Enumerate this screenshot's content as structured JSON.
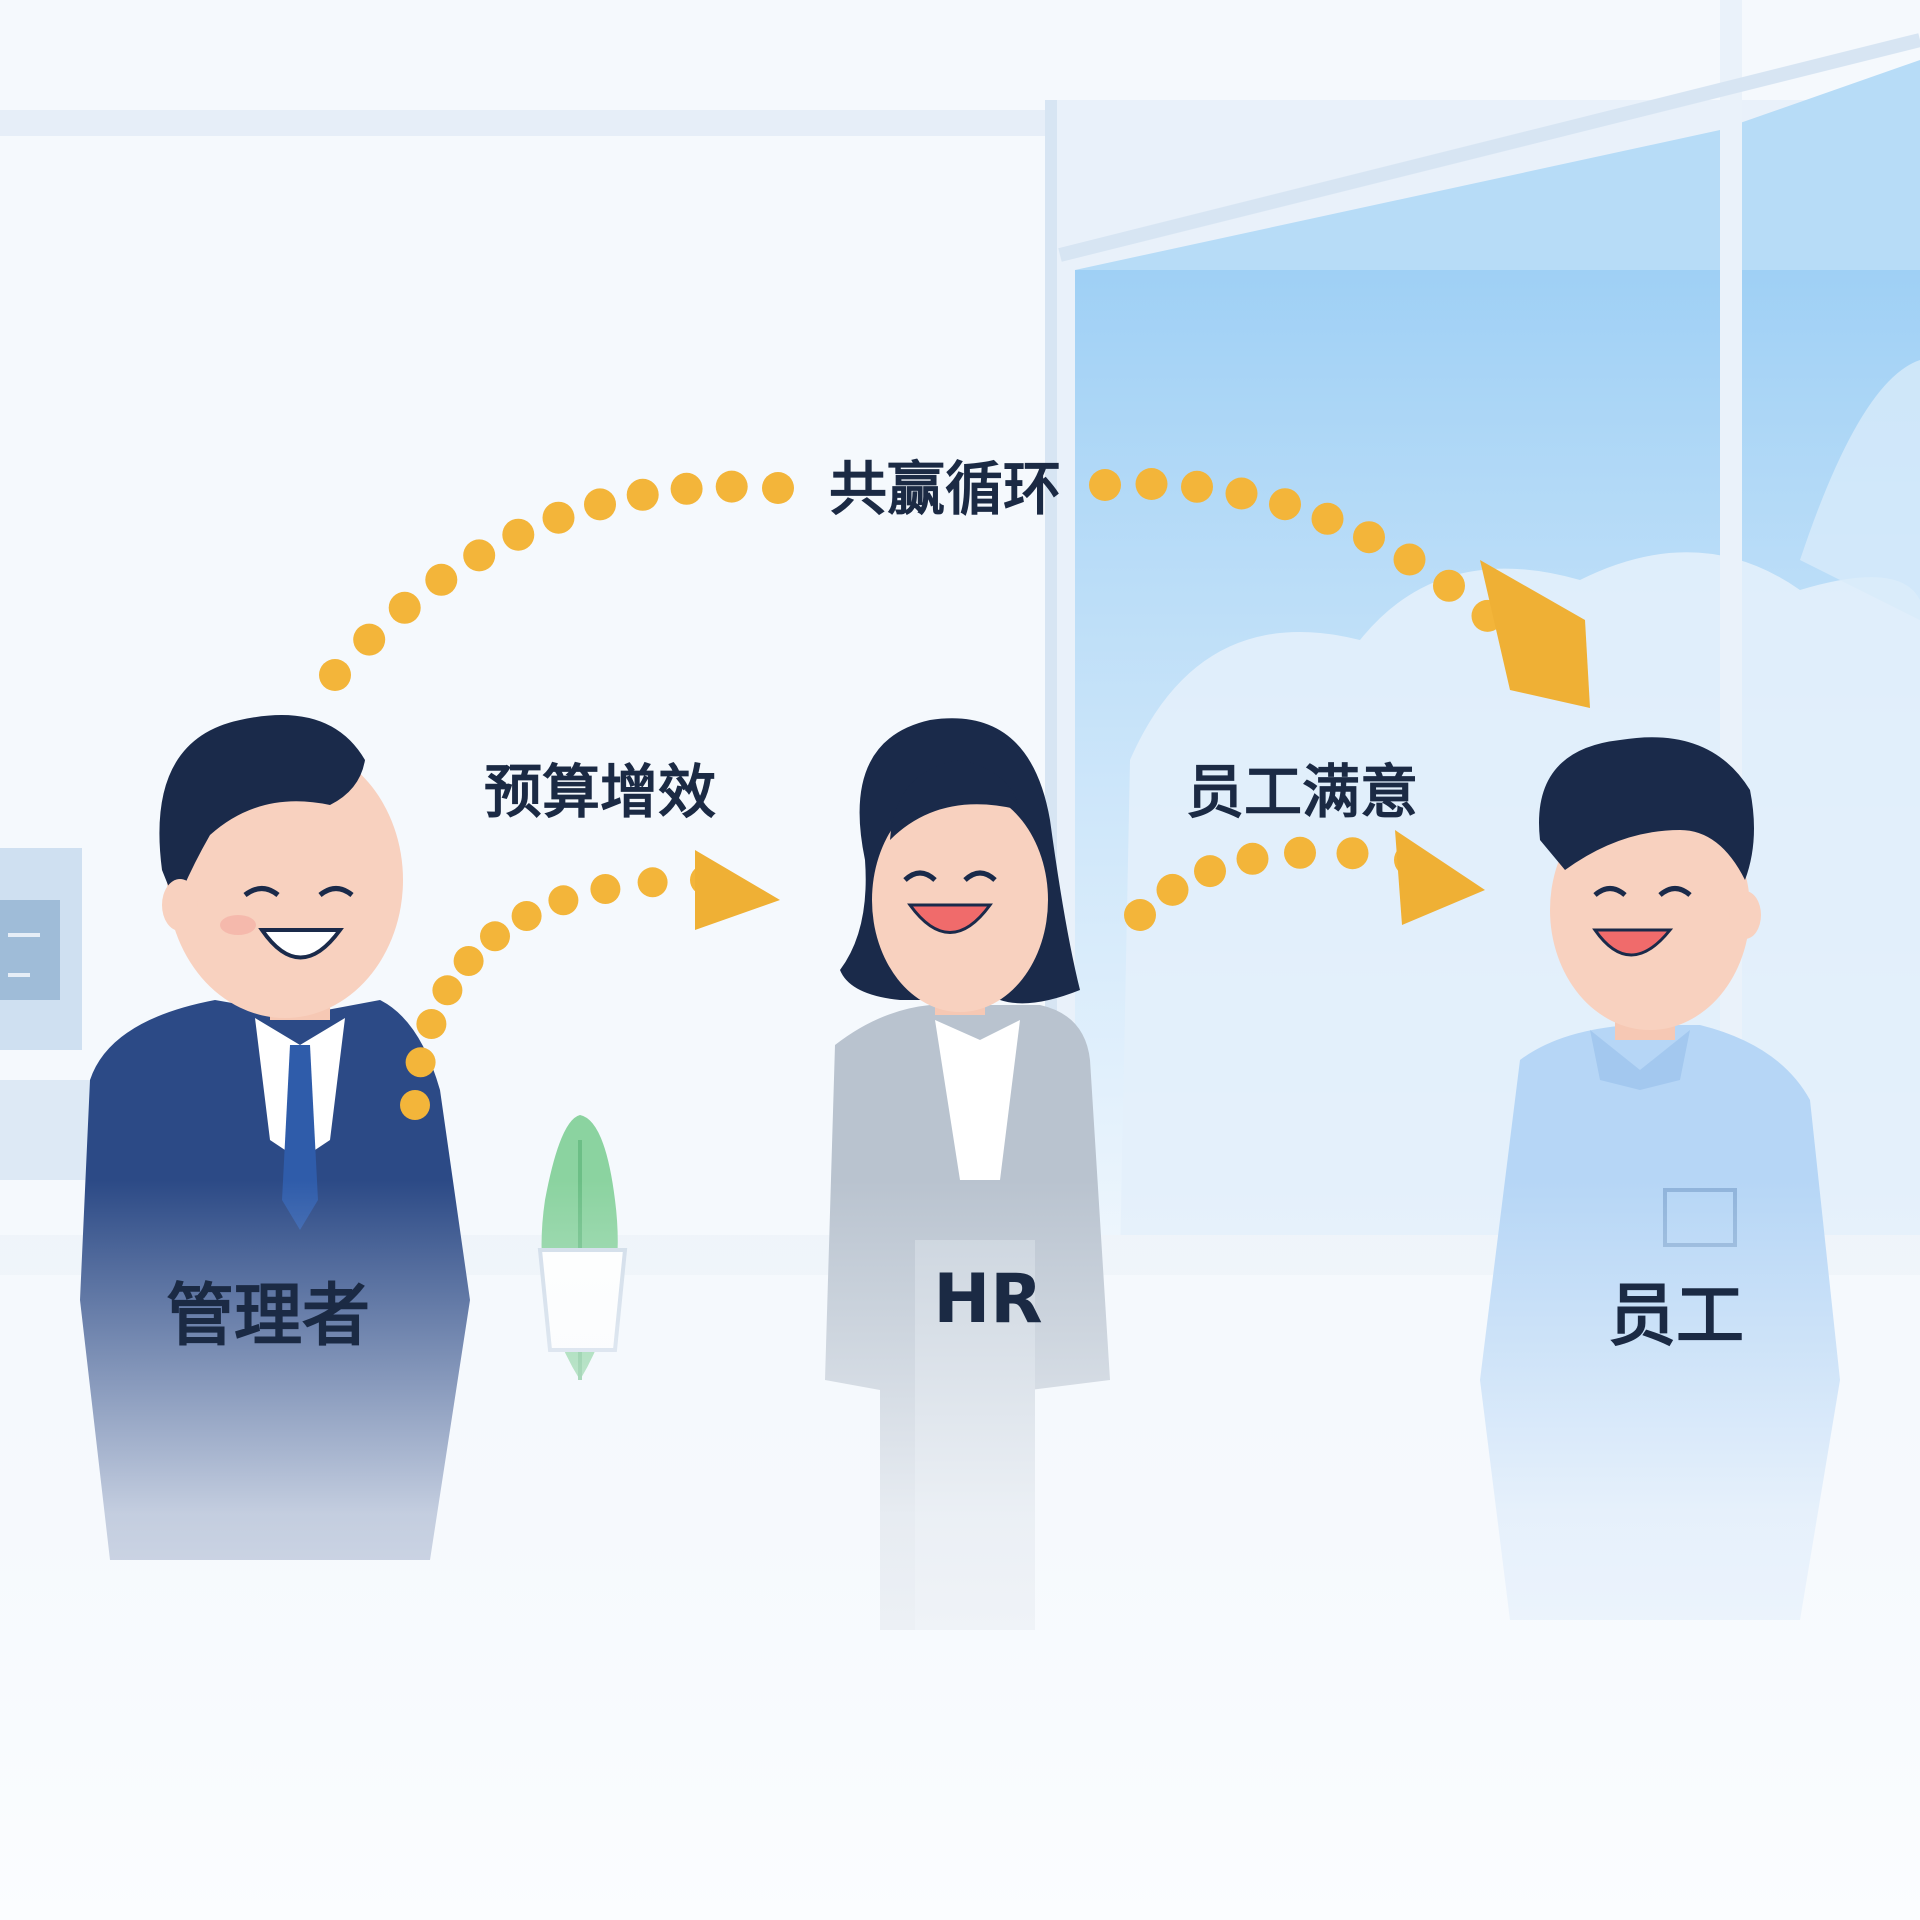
{
  "cycle": {
    "top_label": "共赢循环",
    "left_label": "预算增效",
    "right_label": "员工满意"
  },
  "roles": {
    "manager": "管理者",
    "hr": "HR",
    "employee": "员工"
  },
  "colors": {
    "dot": "#f3b53a",
    "arrow": "#efb035",
    "label": "#1b2a44",
    "manager_suit": "#2c4a86",
    "hr_suit": "#b9c3cf",
    "employee_shirt": "#b6d6f6",
    "sky": "#a8d6f6"
  }
}
